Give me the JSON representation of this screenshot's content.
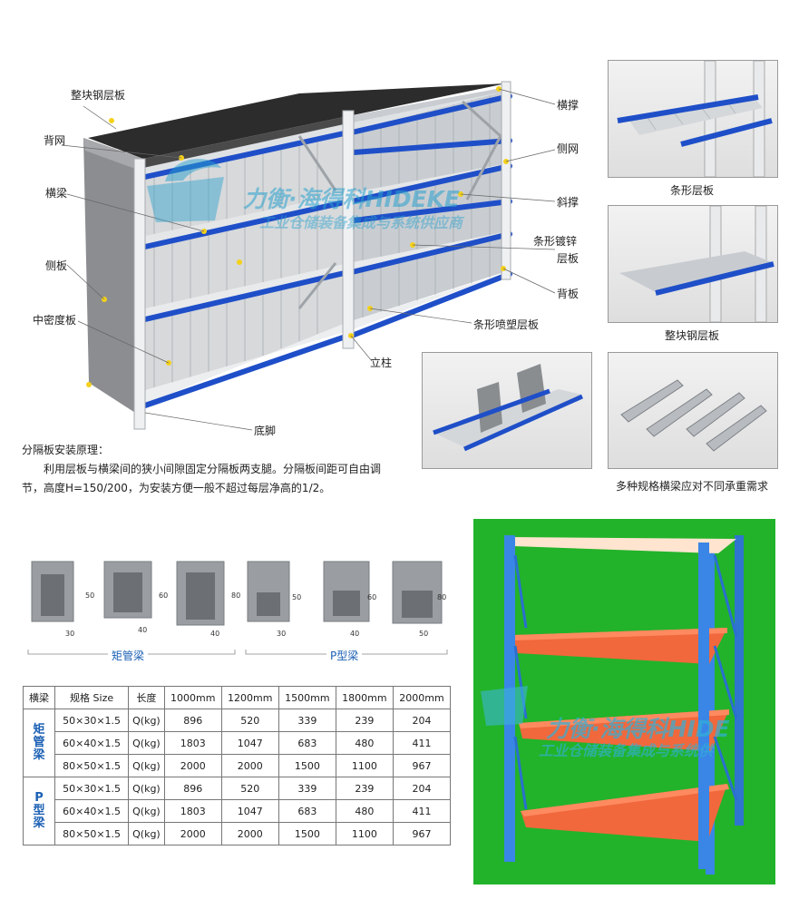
{
  "main_diagram": {
    "labels": {
      "top_panel": "整块钢层板",
      "back_mesh": "背网",
      "beam": "横梁",
      "side_panel": "侧板",
      "mdf": "中密度板",
      "cross_brace": "横撑",
      "side_mesh": "侧网",
      "diagonal_brace": "斜撑",
      "strip_galv_1": "条形镀锌",
      "strip_galv_2": "层板",
      "back_panel": "背板",
      "strip_plastic": "条形喷塑层板",
      "upright": "立柱",
      "foot": "底脚"
    }
  },
  "side_images": {
    "strip_shelf": "条形层板",
    "steel_shelf": "整块钢层板",
    "beams_caption": "多种规格横梁应对不同承重需求"
  },
  "divider_note": {
    "title": "分隔板安装原理：",
    "line1": "利用层板与横梁间的狭小间隙固定分隔板两支腿。分隔板间距可自由调",
    "line2": "节，高度H=150/200，为安装方便一般不超过每层净高的1/2。"
  },
  "profiles": {
    "box_label": "矩管梁",
    "p_label": "P型梁",
    "items": [
      {
        "h": "50",
        "w": "30"
      },
      {
        "h": "60",
        "w": "40"
      },
      {
        "h": "80",
        "w": "40"
      },
      {
        "h": "50",
        "w": "30"
      },
      {
        "h": "60",
        "w": "40"
      },
      {
        "h": "80",
        "w": "50"
      }
    ]
  },
  "table": {
    "headers": [
      "横梁",
      "规格 Size",
      "长度",
      "1000mm",
      "1200mm",
      "1500mm",
      "1800mm",
      "2000mm"
    ],
    "groups": [
      {
        "name": "矩管梁",
        "rows": [
          [
            "50×30×1.5",
            "Q(kg)",
            "896",
            "520",
            "339",
            "239",
            "204"
          ],
          [
            "60×40×1.5",
            "Q(kg)",
            "1803",
            "1047",
            "683",
            "480",
            "411"
          ],
          [
            "80×50×1.5",
            "Q(kg)",
            "2000",
            "2000",
            "1500",
            "1100",
            "967"
          ]
        ]
      },
      {
        "name": "P型梁",
        "rows": [
          [
            "50×30×1.5",
            "Q(kg)",
            "896",
            "520",
            "339",
            "239",
            "204"
          ],
          [
            "60×40×1.5",
            "Q(kg)",
            "1803",
            "1047",
            "683",
            "480",
            "411"
          ],
          [
            "80×50×1.5",
            "Q(kg)",
            "2000",
            "2000",
            "1500",
            "1100",
            "967"
          ]
        ]
      }
    ]
  },
  "watermark": {
    "brand": "力衡·海得科HIDEKE",
    "sub": "工业仓储装备集成与系统供应商",
    "brand2": "力衡·海得科HIDE",
    "sub2": "工业仓储装备集成与系统供"
  },
  "colors": {
    "rack_blue": "#1f4fc8",
    "shelf_orange": "#f0683c",
    "upright_blue": "#3a86e6",
    "green_bg": "#22b32a",
    "label_blue": "#1a5fb4"
  }
}
